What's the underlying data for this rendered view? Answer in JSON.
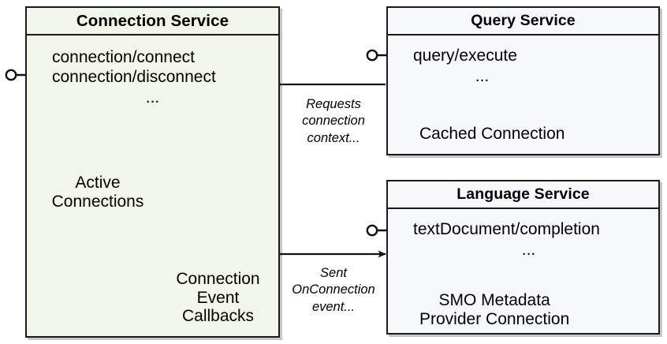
{
  "diagram": {
    "title": "Connection Service interaction diagram",
    "background": "#ffffff",
    "colors": {
      "connection_service_fill": "#F2F5E9",
      "other_service_fill": "#F7F8FA",
      "border": "#1A1A1A",
      "cylinder_stroke": "#5C5F55",
      "cylinder_fill": "#FAFBF5"
    }
  },
  "connection_service": {
    "title": "Connection Service",
    "operations": [
      "connection/connect",
      "connection/disconnect"
    ],
    "ellipsis": "...",
    "active_connections_caption": "Active\nConnections",
    "active_connections_line1": "Active",
    "active_connections_line2": "Connections",
    "callbacks_caption_line1": "Connection",
    "callbacks_caption_line2": "Event",
    "callbacks_caption_line3": "Callbacks",
    "cylinder_count": 4,
    "table_columns": 2,
    "table_rows": 5,
    "provided_interface_icon": "lollipop-socket-icon"
  },
  "query_service": {
    "title": "Query Service",
    "operations": [
      "query/execute"
    ],
    "ellipsis": "...",
    "artifact_label": "Cached Connection",
    "artifact_icon": "database-cylinder-icon",
    "provided_interface_icon": "lollipop-socket-icon"
  },
  "language_service": {
    "title": "Language Service",
    "operations": [
      "textDocument/completion"
    ],
    "ellipsis": "...",
    "artifact_label_line1": "SMO Metadata",
    "artifact_label_line2": "Provider Connection",
    "artifact_icon": "database-cylinder-icon",
    "provided_interface_icon": "lollipop-socket-icon"
  },
  "edges": [
    {
      "name": "query-to-connection",
      "from": "Query Service",
      "to": "Connection Service",
      "direction": "left",
      "label_line1": "Requests",
      "label_line2": "connection",
      "label_line3": "context..."
    },
    {
      "name": "connection-to-language",
      "from": "Connection Service",
      "to": "Language Service",
      "direction": "right",
      "label_line1": "Sent",
      "label_line2": "OnConnection",
      "label_line3": "event..."
    }
  ]
}
